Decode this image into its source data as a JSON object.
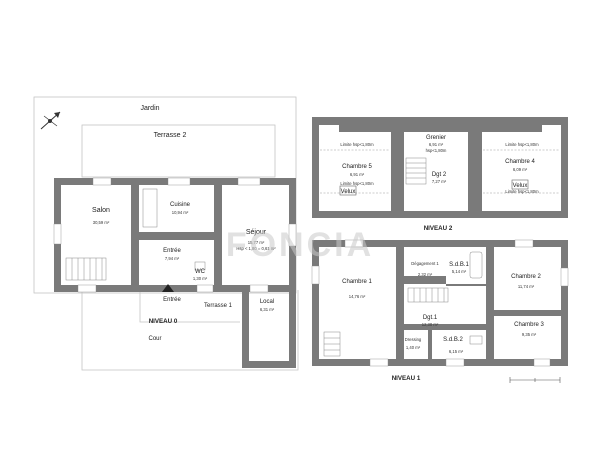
{
  "plan": {
    "watermark": "FONCIA",
    "compass_icon": "compass-arrow-icon",
    "wall_color": "#7a7a7a",
    "outline_color": "#b5b5b5",
    "niveau0": {
      "title": "NIVEAU 0",
      "jardin": "Jardin",
      "terrasse2": "Terrasse 2",
      "terrasse1": "Terrasse 1",
      "cour": "Cour",
      "entree_door": "Entrée",
      "salon": {
        "name": "Salon",
        "area": "30,59 m²"
      },
      "cuisine": {
        "name": "Cuisine",
        "area": "10,94 m²"
      },
      "sejour": {
        "name": "Séjour",
        "area": "15,77 m²",
        "note": "Hsp < 1,80 = 0,61 m²"
      },
      "entree_room": {
        "name": "Entrée",
        "area": "7,94 m²"
      },
      "wc": {
        "name": "WC",
        "area": "1,30 m²"
      },
      "local": {
        "name": "Local",
        "area": "6,31 m²"
      }
    },
    "niveau2": {
      "title": "NIVEAU 2",
      "chambre5": {
        "name": "Chambre 5",
        "area": "6,91 m²",
        "limit_top": "Limite hsp<1,80m",
        "limit_bottom": "Limite hsp<1,80m"
      },
      "grenier": {
        "name": "Grenier",
        "area": "6,91 m²",
        "note": "hsp<1,80m"
      },
      "dgt2": {
        "name": "Dgt 2",
        "area": "7,27 m²"
      },
      "chambre4": {
        "name": "Chambre 4",
        "area": "6,09 m²",
        "limit_top": "Limite hsp<1,80m",
        "limit_bottom": "Limite hsp<1,80m"
      },
      "velux": "Velux"
    },
    "niveau1": {
      "title": "NIVEAU 1",
      "chambre1": {
        "name": "Chambre 1",
        "area": "14,76 m²"
      },
      "degagement1": {
        "name": "Dégagement 1",
        "area": "2,32 m²"
      },
      "sdb1": {
        "name": "S.d.B.1",
        "area": "5,14 m²"
      },
      "chambre2": {
        "name": "Chambre 2",
        "area": "11,74 m²"
      },
      "dgt1": {
        "name": "Dgt.1",
        "area": "12,30 m²"
      },
      "sdb2": {
        "name": "S.d.B.2",
        "area": "6,15 m²"
      },
      "dressing": {
        "name": "Dressing",
        "area": "1,40 m²"
      },
      "chambre3": {
        "name": "Chambre 3",
        "area": "9,35 m²"
      }
    }
  }
}
